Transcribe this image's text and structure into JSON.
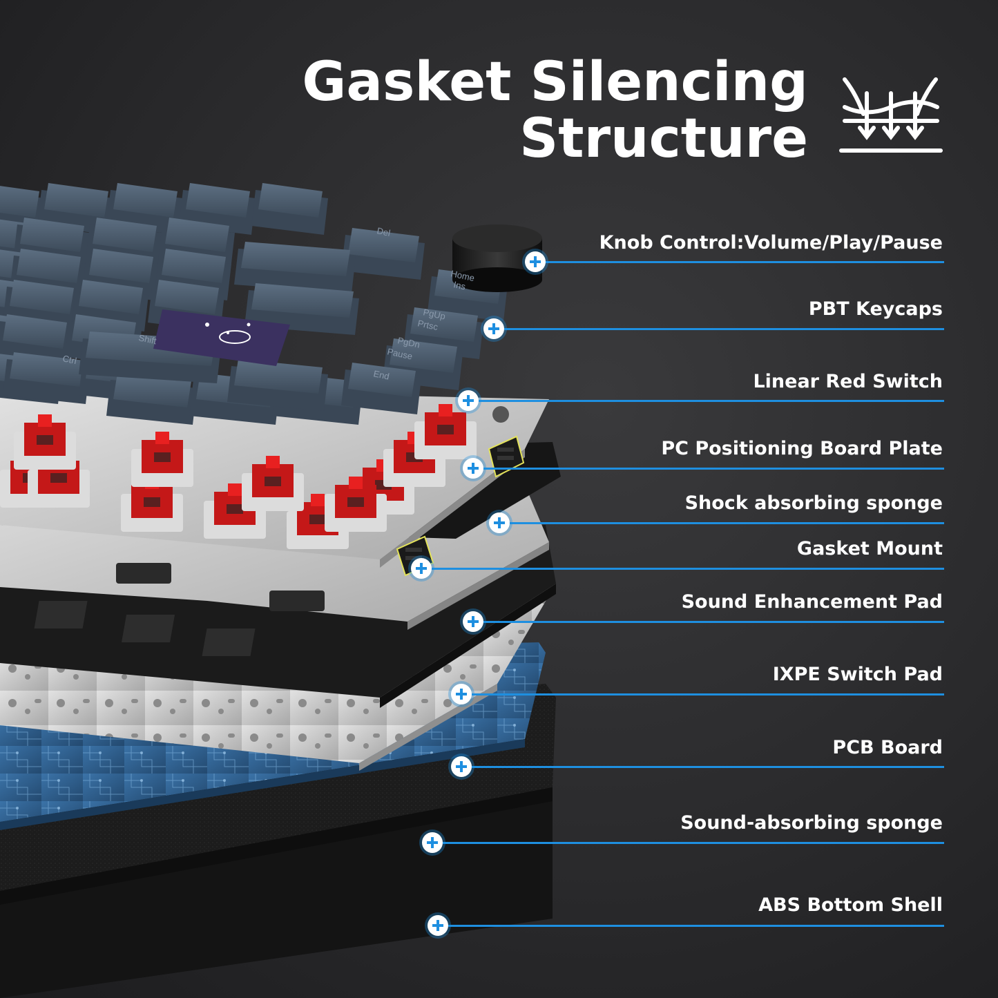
{
  "title": {
    "line1": "Gasket Silencing",
    "line2": "Structure",
    "icon": "gasket-suspension-icon"
  },
  "callouts": [
    {
      "id": "knob",
      "label": "Knob Control:Volume/Play/Pause"
    },
    {
      "id": "keycaps",
      "label": "PBT Keycaps"
    },
    {
      "id": "switch",
      "label": "Linear Red Switch"
    },
    {
      "id": "plate",
      "label": "PC Positioning Board Plate"
    },
    {
      "id": "shock-sponge",
      "label": "Shock absorbing sponge"
    },
    {
      "id": "gasket",
      "label": "Gasket Mount"
    },
    {
      "id": "sound-pad",
      "label": "Sound Enhancement Pad"
    },
    {
      "id": "ixpe",
      "label": "IXPE Switch Pad"
    },
    {
      "id": "pcb",
      "label": "PCB Board"
    },
    {
      "id": "sound-sponge",
      "label": "Sound-absorbing sponge"
    },
    {
      "id": "shell",
      "label": "ABS Bottom Shell"
    }
  ],
  "keycap_legends": [
    "Del",
    "Home",
    "Ins",
    "PgUp",
    "Prtsc",
    "PgDn",
    "Pause",
    "End",
    "Shift",
    "Ctrl"
  ],
  "colors": {
    "accent": "#1e8fe0",
    "keycap": "#4a5a6a",
    "switch": "#d81f1f",
    "plate": "#c8c8c8",
    "pcb": "#2f5f8f",
    "sponge": "#1a1a1a"
  }
}
